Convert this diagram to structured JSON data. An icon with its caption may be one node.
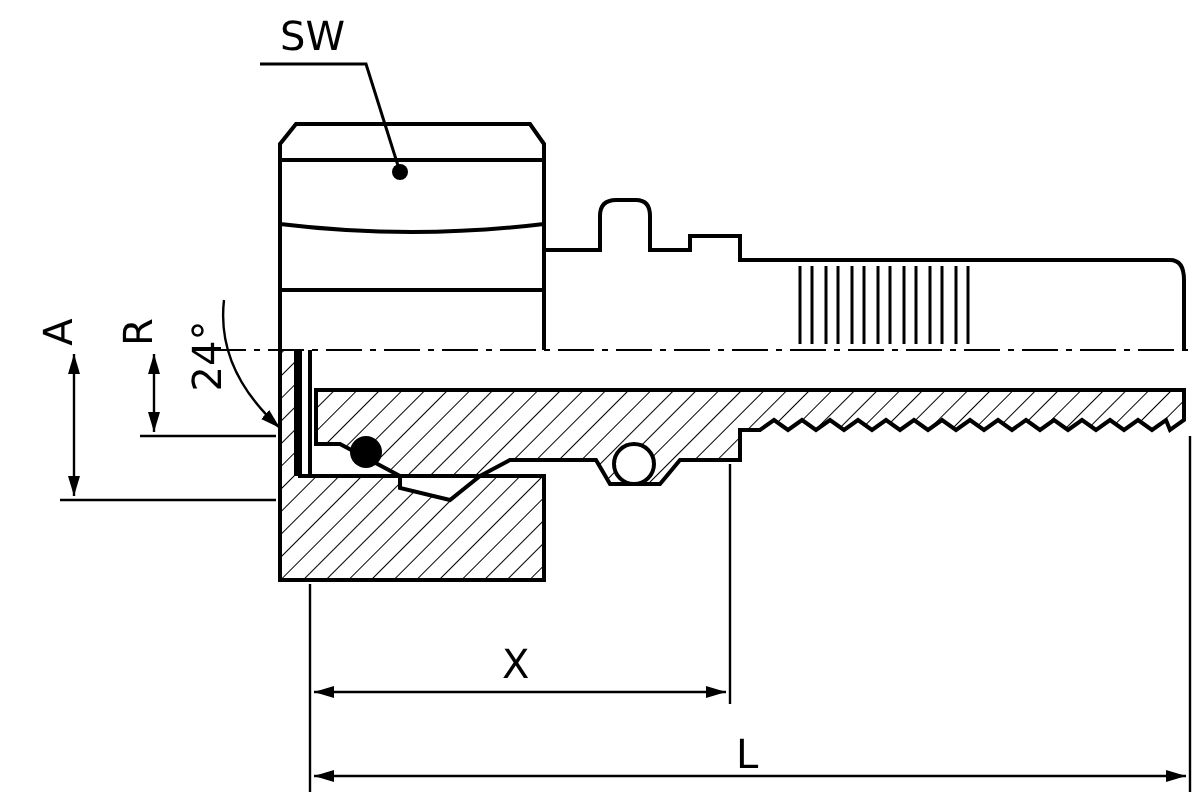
{
  "diagram": {
    "nodes": [
      {
        "text": [
          "SW"
        ]
      },
      {
        "text": [],
        "shape": "picture"
      }
    ],
    "edges": [
      {
        "from": 0,
        "to": 1,
        "arrow": "other"
      }
    ],
    "labels": [
      "A",
      "R",
      "24°",
      "X",
      "L"
    ]
  }
}
